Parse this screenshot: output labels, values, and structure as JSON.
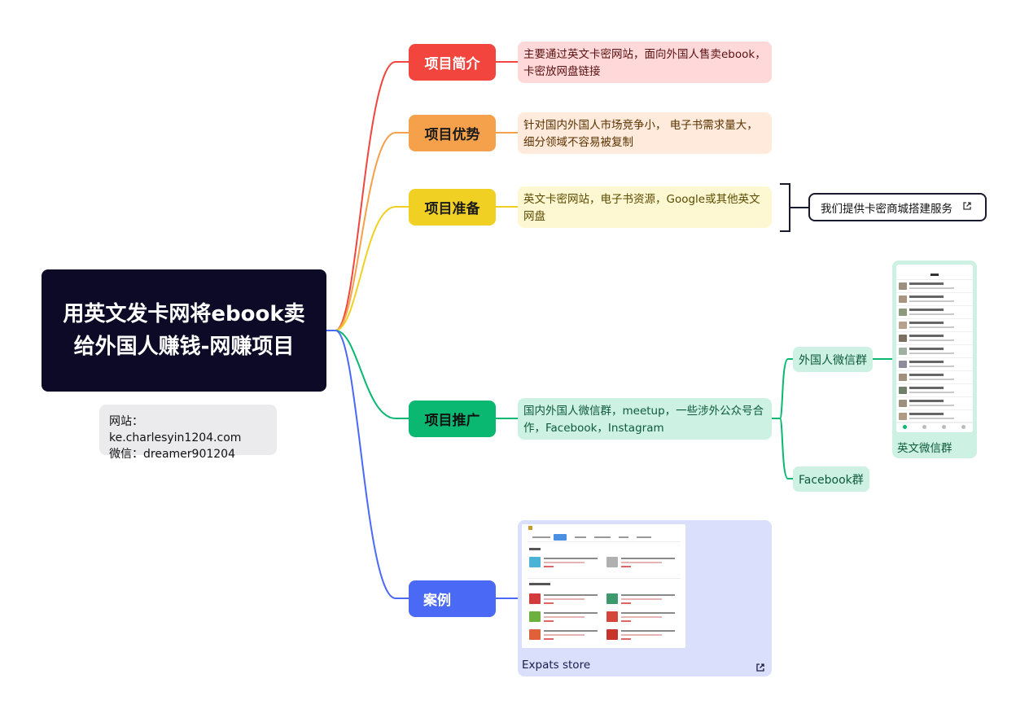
{
  "root": {
    "title": "用英文发卡网将ebook卖给外国人赚钱-网赚项目"
  },
  "info": {
    "website": "网站：ke.charlesyin1204.com",
    "wechat": "微信：dreamer901204"
  },
  "branches": [
    {
      "label": "项目简介",
      "color": "#f2453d",
      "text": "主要通过英文卡密网站，面向外国人售卖ebook，卡密放网盘链接"
    },
    {
      "label": "项目优势",
      "color": "#f5a04a",
      "text": "针对国内外国人市场竞争小， 电子书需求量大，细分领域不容易被复制"
    },
    {
      "label": "项目准备",
      "color": "#f0d023",
      "text": "英文卡密网站，电子书资源，Google或其他英文网盘"
    },
    {
      "label": "项目推广",
      "color": "#0ab872",
      "text": "国内外国人微信群，meetup，一些涉外公众号合作，Facebook，Instagram"
    },
    {
      "label": "案例",
      "color": "#4a69f5"
    }
  ],
  "service_link": {
    "label": "我们提供卡密商城搭建服务",
    "icon": "external-link-icon"
  },
  "promo_children": [
    {
      "label": "外国人微信群"
    },
    {
      "label": "Facebook群"
    }
  ],
  "wechat_image": {
    "caption": "英文微信群"
  },
  "store_image": {
    "caption": "Expats store",
    "icon": "external-link-icon"
  }
}
